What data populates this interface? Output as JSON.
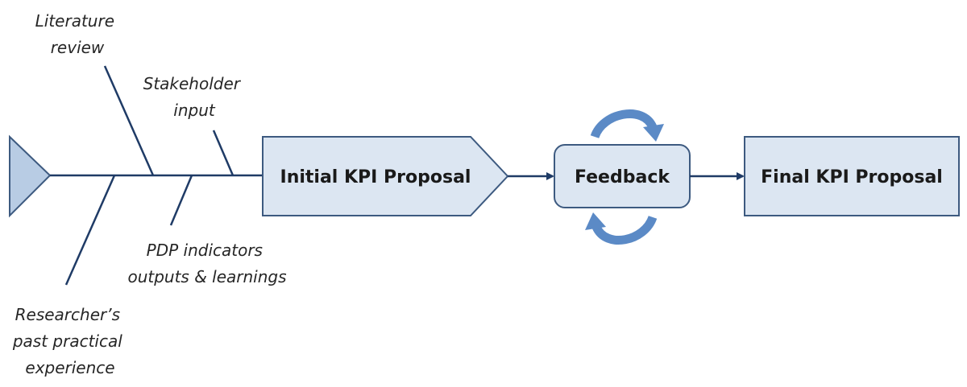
{
  "inputs": {
    "literature_review": [
      "Literature",
      "review"
    ],
    "stakeholder_input": [
      "Stakeholder",
      "input"
    ],
    "pdp_indicators": [
      "PDP indicators",
      "outputs & learnings"
    ],
    "researcher_experience": [
      "Researcher’s",
      "past practical",
      "experience"
    ]
  },
  "stages": {
    "initial": "Initial KPI Proposal",
    "feedback": "Feedback",
    "final": "Final KPI Proposal"
  },
  "colors": {
    "box_fill": "#dce6f2",
    "box_stroke": "#3d5a80",
    "line": "#1f3b66",
    "cycle_arrow": "#5b8ac6"
  }
}
